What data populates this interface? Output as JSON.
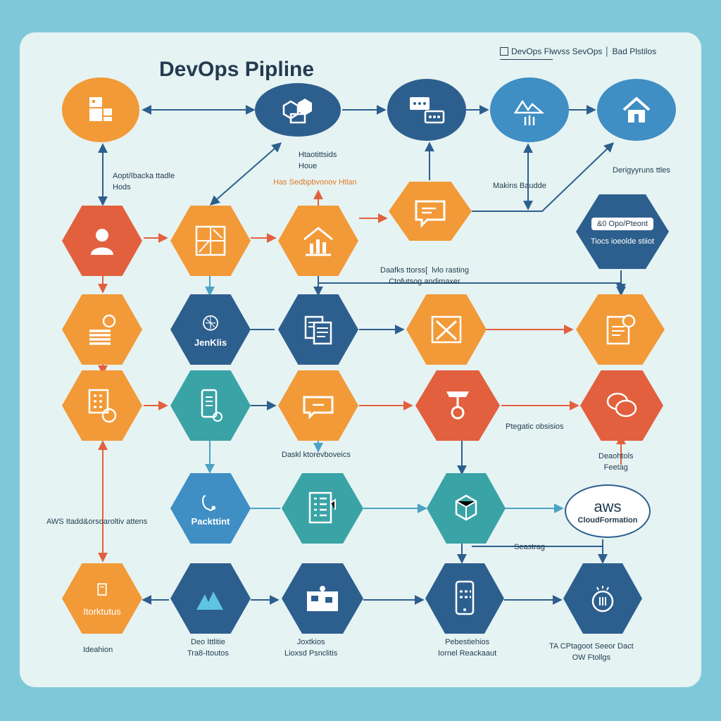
{
  "title": "DevOps Pipline",
  "legend": "DevOps Flwvss SevOps │ Bad Plstilos",
  "colors": {
    "orange": "#f29a38",
    "red": "#e2603e",
    "navy": "#2d5f8e",
    "blue": "#3f8ec4",
    "teal": "#3aa3a6",
    "arrow_navy": "#2d5f8e",
    "arrow_red": "#e2603e",
    "arrow_teal": "#4aa3c4"
  },
  "nodes": [
    {
      "id": "n-r1-1",
      "shape": "circle",
      "color": "orange",
      "icon": "boxes-icon"
    },
    {
      "id": "n-r1-2",
      "shape": "circle",
      "color": "navy",
      "icon": "packages-icon"
    },
    {
      "id": "n-r1-3",
      "shape": "circle",
      "color": "navy",
      "icon": "chat-icon"
    },
    {
      "id": "n-r1-4",
      "shape": "circle",
      "color": "blue",
      "icon": "mountain-icon"
    },
    {
      "id": "n-r1-5",
      "shape": "circle",
      "color": "blue",
      "icon": "home-icon"
    },
    {
      "id": "n-r2-1",
      "shape": "hex",
      "color": "red",
      "icon": "user-icon"
    },
    {
      "id": "n-r2-2",
      "shape": "hex",
      "color": "orange",
      "icon": "blueprint-icon"
    },
    {
      "id": "n-r2-3",
      "shape": "hex",
      "color": "orange",
      "icon": "house-chart-icon"
    },
    {
      "id": "n-r2-4",
      "shape": "hex",
      "color": "orange",
      "icon": "message-icon"
    },
    {
      "id": "n-r3-1",
      "shape": "hex",
      "color": "orange",
      "icon": "stack-icon"
    },
    {
      "id": "n-r3-2",
      "shape": "hex",
      "color": "navy",
      "icon": "jenkins-icon",
      "text": "JenKlis"
    },
    {
      "id": "n-r3-3",
      "shape": "hex",
      "color": "navy",
      "icon": "documents-icon"
    },
    {
      "id": "n-r3-4",
      "shape": "hex",
      "color": "orange",
      "icon": "tools-icon"
    },
    {
      "id": "n-r3-5",
      "shape": "hex",
      "color": "orange",
      "icon": "report-icon"
    },
    {
      "id": "n-r4-1",
      "shape": "hex",
      "color": "orange",
      "icon": "grid-user-icon"
    },
    {
      "id": "n-r4-2",
      "shape": "hex",
      "color": "teal",
      "icon": "phone-icon"
    },
    {
      "id": "n-r4-3",
      "shape": "hex",
      "color": "orange",
      "icon": "message-icon"
    },
    {
      "id": "n-r4-4",
      "shape": "hex",
      "color": "red",
      "icon": "lamp-icon"
    },
    {
      "id": "n-r4-5",
      "shape": "hex",
      "color": "red",
      "icon": "speech-bubbles-icon"
    },
    {
      "id": "n-r5-1",
      "shape": "hex",
      "color": "blue",
      "icon": "headset-icon",
      "text": "Packttint"
    },
    {
      "id": "n-r5-2",
      "shape": "hex",
      "color": "teal",
      "icon": "checklist-icon"
    },
    {
      "id": "n-r5-3",
      "shape": "hex",
      "color": "teal",
      "icon": "cube-icon"
    },
    {
      "id": "n-r6-1",
      "shape": "hex",
      "color": "orange",
      "icon": "bucket-icon",
      "text": "Itorktutus"
    },
    {
      "id": "n-r6-2",
      "shape": "hex",
      "color": "navy",
      "icon": "mountains-icon"
    },
    {
      "id": "n-r6-3",
      "shape": "hex",
      "color": "navy",
      "icon": "puzzle-icon"
    },
    {
      "id": "n-r6-4",
      "shape": "hex",
      "color": "navy",
      "icon": "mobile-icon"
    },
    {
      "id": "n-r6-5",
      "shape": "hex",
      "color": "navy",
      "icon": "coin-icon"
    }
  ],
  "boxes": {
    "devops_pivot": {
      "title": "&0 Opo/Pteont",
      "subtitle": "Tiocs ioeolde stiiot"
    },
    "aws": {
      "logo": "aws",
      "name": "CloudFormation"
    }
  },
  "labels": {
    "adopt": [
      "Aopt/Ibacka ttadle",
      "Hods"
    ],
    "health": [
      "Htaotittsids",
      "Houe"
    ],
    "has": "Has Sedbpbvonov Htlan",
    "makins": "Makins Baudde",
    "deploy": "Derigyyruns ttles",
    "daafks": [
      "Daafks ttorss[  lvlo rasting",
      "Ctofutsog andimaxer"
    ],
    "peagatic": "Ptegatic obsisios",
    "daskl": "Daskl ktorevboveics",
    "deaohtols": [
      "Deaohtols",
      "Feetag"
    ],
    "aws_left": "AWS Itadd&orsoaroltiv attens",
    "seastrag": "Seastrag",
    "ideahion": "Ideahion",
    "deo": [
      "Deo Ittlitie",
      "Tra8-Itoutos"
    ],
    "joxt": [
      "Joxtkios",
      "Lioxsd Psnclitis"
    ],
    "pebes": [
      "Pebestiehios",
      "Iornel Reackaaut"
    ],
    "tac": [
      "TA CPtagoot Seeor Dact",
      "OW Ftollgs"
    ]
  }
}
